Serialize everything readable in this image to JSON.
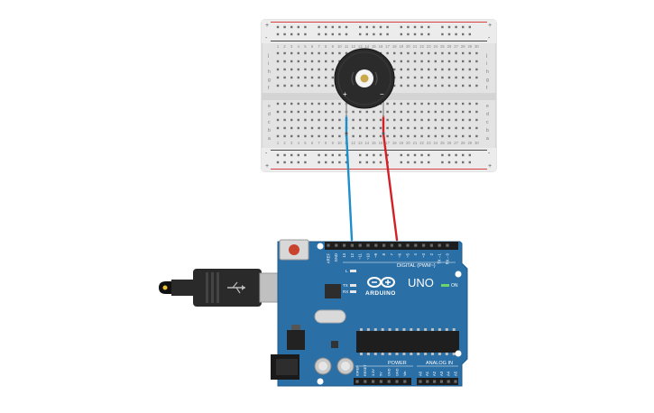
{
  "breadboard": {
    "row_letters_top": [
      "j",
      "i",
      "h",
      "g",
      "f"
    ],
    "row_letters_bottom": [
      "e",
      "d",
      "c",
      "b",
      "a"
    ],
    "rail_plus": "+",
    "rail_minus": "-",
    "column_count": 30
  },
  "buzzer": {
    "plus_label": "+",
    "minus_label": "−"
  },
  "wires": {
    "positive_color": "#1a8fc9",
    "negative_color": "#d32027"
  },
  "arduino": {
    "board_color": "#2a6fa6",
    "logo_text": "ARDUINO",
    "model_text": "UNO",
    "digital_label": "DIGITAL (PWM~)",
    "power_label": "POWER",
    "analog_label": "ANALOG IN",
    "on_label": "ON",
    "led_l": "L",
    "led_tx": "TX",
    "led_rx": "RX",
    "top_pin_labels": [
      "AREF",
      "GND",
      "13",
      "12",
      "~11",
      "~10",
      "~9",
      "8",
      "7",
      "~6",
      "~5",
      "4",
      "~3",
      "2",
      "TX→1",
      "RX←0"
    ],
    "power_pin_labels": [
      "IOREF",
      "RESET",
      "3.3V",
      "5V",
      "GND",
      "GND",
      "Vin"
    ],
    "analog_pin_labels": [
      "A0",
      "A1",
      "A2",
      "A3",
      "A4",
      "A5"
    ]
  }
}
